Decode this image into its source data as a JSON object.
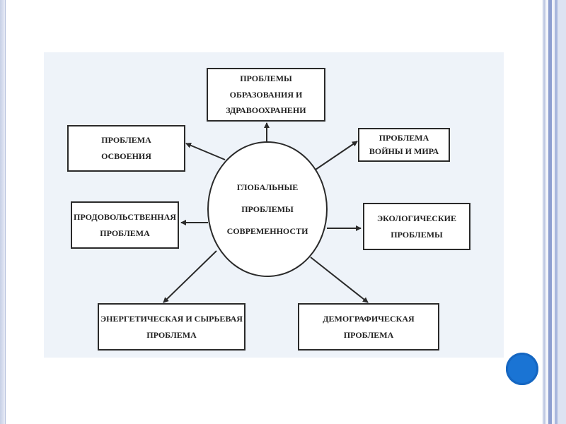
{
  "diagram": {
    "center": {
      "line1": "ГЛОБАЛЬНЫЕ",
      "line2": "ПРОБЛЕМЫ",
      "line3": "СОВРЕМЕННОСТИ"
    },
    "boxes": {
      "education": {
        "line1": "ПРОБЛЕМЫ",
        "line2": "ОБРАЗОВАНИЯ И",
        "line3": "ЗДРАВООХРАНЕНИ"
      },
      "exploration": {
        "line1": "ПРОБЛЕМА",
        "line2": "ОСВОЕНИЯ"
      },
      "war_peace": {
        "line1": "ПРОБЛЕМА",
        "line2": "ВОЙНЫ И МИРА"
      },
      "food": {
        "line1": "ПРОДОВОЛЬСТВЕННАЯ",
        "line2": "ПРОБЛЕМА"
      },
      "ecology": {
        "line1": "ЭКОЛОГИЧЕСКИЕ",
        "line2": "ПРОБЛЕМЫ"
      },
      "energy": {
        "line1": "ЭНЕРГЕТИЧЕСКАЯ И СЫРЬЕВАЯ",
        "line2": "ПРОБЛЕМА"
      },
      "demography": {
        "line1": "ДЕМОГРАФИЧЕСКАЯ",
        "line2": "ПРОБЛЕМА"
      }
    }
  },
  "colors": {
    "nav_dot": "#1a74d4",
    "panel_background": "#eef3f9",
    "line": "#2a2a2a"
  }
}
